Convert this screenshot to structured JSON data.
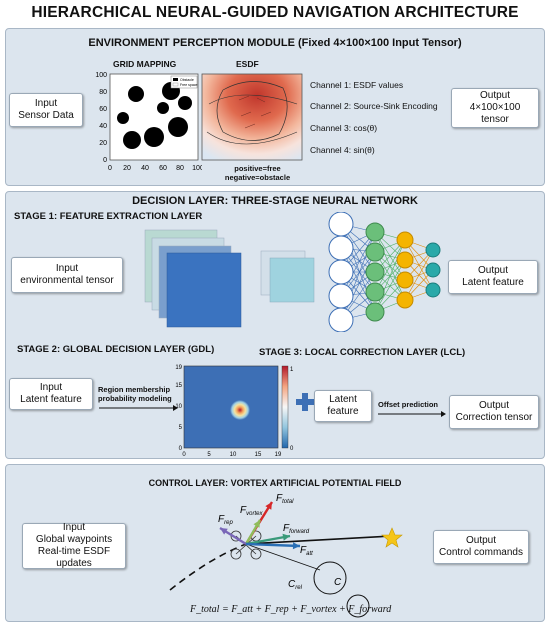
{
  "title": "HIERARCHICAL NEURAL-GUIDED NAVIGATION ARCHITECTURE",
  "perception": {
    "header": "ENVIRONMENT PERCEPTION MODULE (Fixed 4×100×100 Input Tensor)",
    "input": [
      "Input",
      "Sensor Data"
    ],
    "grid_title": "GRID MAPPING",
    "esdf_title": "ESDF",
    "grid_y_ticks": [
      "100",
      "80",
      "60",
      "40",
      "20",
      "0"
    ],
    "grid_x_ticks": [
      "0",
      "20",
      "40",
      "60",
      "80",
      "100"
    ],
    "legend": [
      "Obstacle",
      "Free space"
    ],
    "channels": [
      "Channel 1: ESDF values",
      "Channel 2: Source-Sink Encoding",
      "Channel 3: cos(θ)",
      "Channel 4: sin(θ)"
    ],
    "esdf_note": [
      "positive=free",
      "negative=obstacle"
    ],
    "output": [
      "Output",
      "4×100×100",
      "tensor"
    ]
  },
  "decision": {
    "header": "DECISION LAYER: THREE-STAGE NEURAL NETWORK",
    "stage1": "STAGE 1: FEATURE EXTRACTION LAYER",
    "stage1_input": [
      "Input",
      "environmental tensor"
    ],
    "stage1_output": [
      "Output",
      "Latent feature"
    ],
    "stage2": "STAGE 2: GLOBAL DECISION LAYER (GDL)",
    "stage3": "STAGE 3: LOCAL CORRECTION LAYER (LCL)",
    "stage2_input": [
      "Input",
      "Latent feature"
    ],
    "region_label": [
      "Region membership",
      "probability modeling"
    ],
    "heatmap_y_ticks": [
      "19",
      "15",
      "10",
      "5",
      "0"
    ],
    "heatmap_x_ticks": [
      "0",
      "5",
      "10",
      "15",
      "19"
    ],
    "colorbar_ticks": [
      "1",
      "0"
    ],
    "latent": [
      "Latent",
      "feature"
    ],
    "offset_label": "Offset prediction",
    "stage3_output": [
      "Output",
      "Correction tensor"
    ]
  },
  "control": {
    "header": "CONTROL LAYER: VORTEX ARTIFICIAL POTENTIAL FIELD",
    "input": [
      "Input",
      "Global waypoints",
      "Real-time ESDF updates"
    ],
    "output": [
      "Output",
      "Control commands"
    ],
    "forces": [
      "F",
      "F",
      "F",
      "F",
      "F"
    ],
    "force_subs": [
      "total",
      "vortex",
      "forward",
      "rep",
      "att"
    ],
    "c_rel": "C",
    "c_rel_sub": "rel",
    "c_label": "C",
    "equation": "F_total = F_att + F_rep + F_vortex + F_forward",
    "colors": {
      "total": "#d62728",
      "vortex": "#8fbc5a",
      "forward": "#3a9a7a",
      "rep": "#7a67b8",
      "att": "#2a6fb5"
    }
  }
}
